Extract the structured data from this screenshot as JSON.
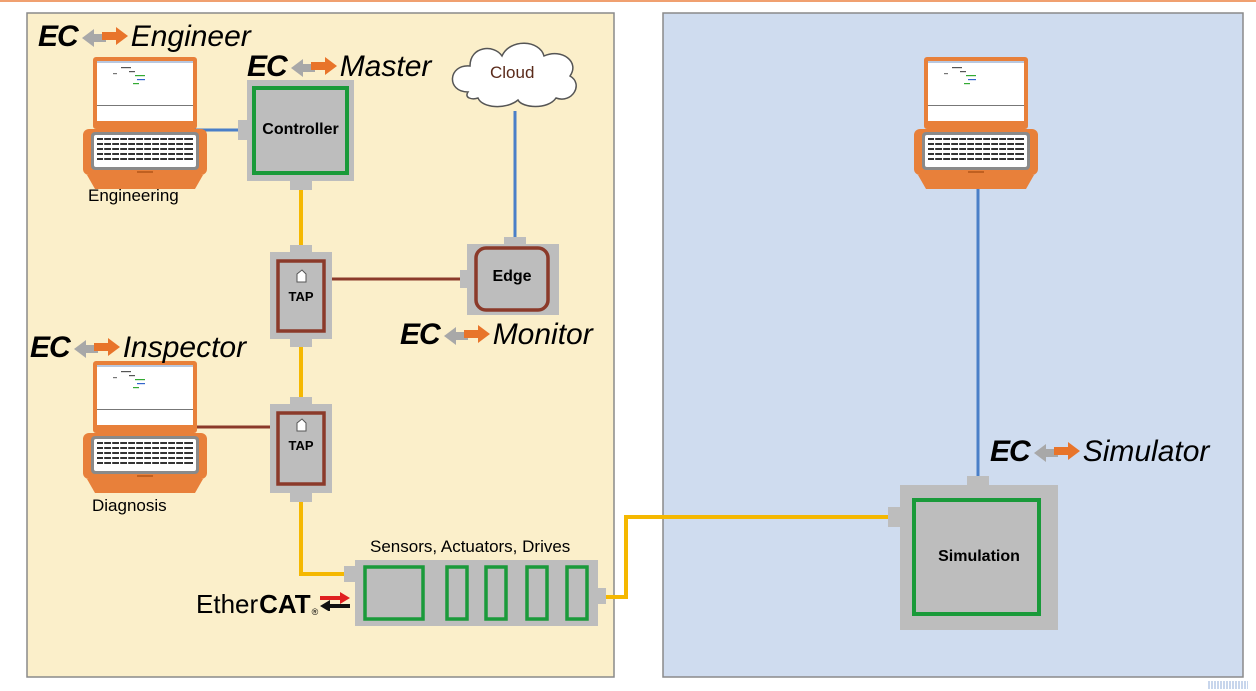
{
  "brand_prefix": "EC",
  "products": {
    "engineer": "Engineer",
    "master": "Master",
    "monitor": "Monitor",
    "inspector": "Inspector",
    "simulator": "Simulator"
  },
  "nodes": {
    "cloud": "Cloud",
    "controller": "Controller",
    "edge": "Edge",
    "tap_upper": "TAP",
    "tap_lower": "TAP",
    "simulation": "Simulation"
  },
  "labels": {
    "engineering": "Engineering",
    "diagnosis": "Diagnosis",
    "devices": "Sensors, Actuators, Drives"
  },
  "ethercat_logo": {
    "prefix": "Ether",
    "suffix": "CAT",
    "mark": "®"
  },
  "colors": {
    "left_panel": "#fbefca",
    "right_panel": "#cfdcef",
    "ethercat_line": "#f5b800",
    "network_line": "#4a7fc8",
    "tap_line": "#8b3a2a",
    "master_box": "#1a9a3a",
    "tap_box": "#8b3a2a",
    "laptop_frame": "#e8803a",
    "arrow_orange": "#e8742a",
    "arrow_gray": "#a8a8a8"
  }
}
